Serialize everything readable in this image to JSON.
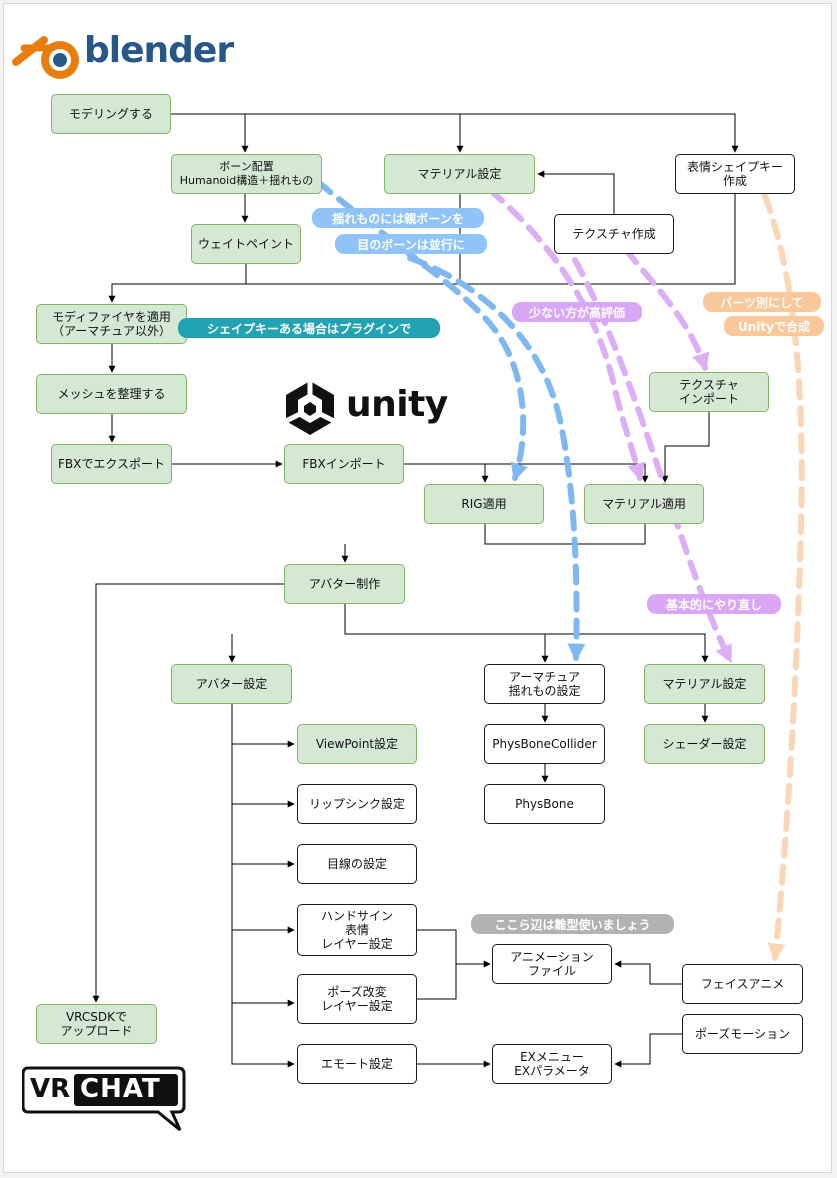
{
  "logos": {
    "blender": "blender",
    "unity": "unity",
    "vrchat_left": "VR",
    "vrchat_right": "CHAT"
  },
  "nodes": {
    "modeling": "モデリングする",
    "bone_placement": "ボーン配置\nHumanoid構造＋揺れもの",
    "material_setup_blender": "マテリアル設定",
    "shape_key": "表情シェイプキー\n作成",
    "texture_create": "テクスチャ作成",
    "weight_paint": "ウェイトペイント",
    "apply_modifier": "モディファイヤを適用\n（アーマチュア以外）",
    "mesh_cleanup": "メッシュを整理する",
    "fbx_export": "FBXでエクスポート",
    "fbx_import": "FBXインポート",
    "texture_import": "テクスチャ\nインポート",
    "rig_apply": "RIG適用",
    "material_apply": "マテリアル適用",
    "avatar_create": "アバター制作",
    "avatar_setup": "アバター設定",
    "armature_setup": "アーマチュア\n揺れもの設定",
    "material_setup_unity": "マテリアル設定",
    "viewpoint": "ViewPoint設定",
    "physbone_collider": "PhysBoneCollider",
    "shader_setup": "シェーダー設定",
    "lipsync": "リップシンク設定",
    "physbone": "PhysBone",
    "eye_setup": "目線の設定",
    "hand_sign": "ハンドサイン\n表情\nレイヤー設定",
    "animation_file": "アニメーション\nファイル",
    "face_anim": "フェイスアニメ",
    "pose_change": "ポーズ改変\nレイヤー設定",
    "pose_motion": "ポーズモーション",
    "vrcsdk_upload": "VRCSDKで\nアップロード",
    "emote": "エモート設定",
    "ex_menu": "EXメニュー\nEXパラメータ"
  },
  "notes": {
    "shakey_bones_1": "揺れものには親ボーンを",
    "shakey_bones_2": "目のボーンは並行に",
    "shapekey_plugin": "シェイプキーある場合はプラグインで",
    "fewer_better": "少ない方が高評価",
    "parts_separate": "パーツ別にして",
    "combine_in_unity": "Unityで合成",
    "redo_basically": "基本的にやり直し",
    "use_template": "ここら辺は雛型使いましょう"
  },
  "colors": {
    "green_fill": "#d5e8d4",
    "green_border": "#82b366",
    "blue_note": "#90c3f7",
    "blue_dash": "#7fb8f0",
    "teal_note": "#21a3b3",
    "purple_note": "#d9a6f5",
    "purple_dash": "#dcaef5",
    "orange_note": "#f8c79a",
    "orange_dash": "#fbd6b4",
    "gray_note": "#b2b2b2",
    "blender_orange": "#e87d0d",
    "blender_blue": "#265787"
  }
}
